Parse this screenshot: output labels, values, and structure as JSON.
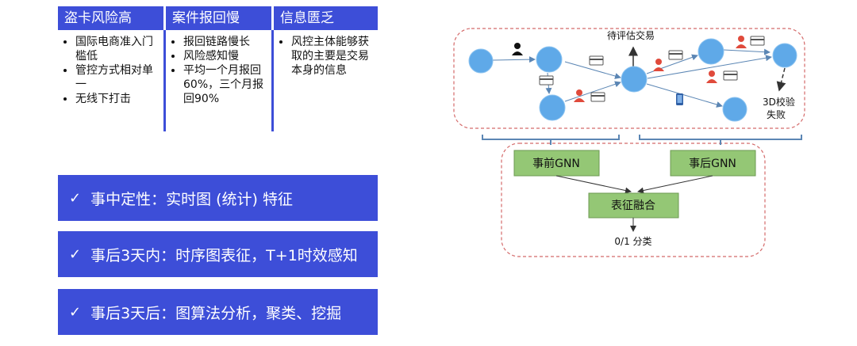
{
  "columns": [
    {
      "header": "盗卡风险高",
      "items": [
        "国际电商准入门槛低",
        "管控方式相对单一",
        "无线下打击"
      ]
    },
    {
      "header": "案件报回慢",
      "items": [
        "报回链路慢长",
        "风险感知慢",
        "平均一个月报回60%，三个月报回90%"
      ]
    },
    {
      "header": "信息匮乏",
      "items": [
        "风控主体能够获取的主要是交易本身的信息"
      ]
    }
  ],
  "bars": [
    {
      "check": "✓",
      "text": "事中定性：实时图 (统计) 特征"
    },
    {
      "check": "✓",
      "text": "事后3天内：时序图表征，T+1时效感知"
    },
    {
      "check": "✓",
      "text": "事后3天后：图算法分析，聚类、挖掘"
    }
  ],
  "diagram": {
    "label_pending": "待评估交易",
    "label_3d_line1": "3D校验",
    "label_3d_line2": "失败",
    "box_pre": "事前GNN",
    "box_post": "事后GNN",
    "box_fusion": "表征融合",
    "label_output": "0/1 分类"
  },
  "colors": {
    "accent_blue": "#3d4ed8",
    "node_blue": "#5fa9e8",
    "box_green": "#94c775",
    "dash_red": "#d46a6a"
  }
}
